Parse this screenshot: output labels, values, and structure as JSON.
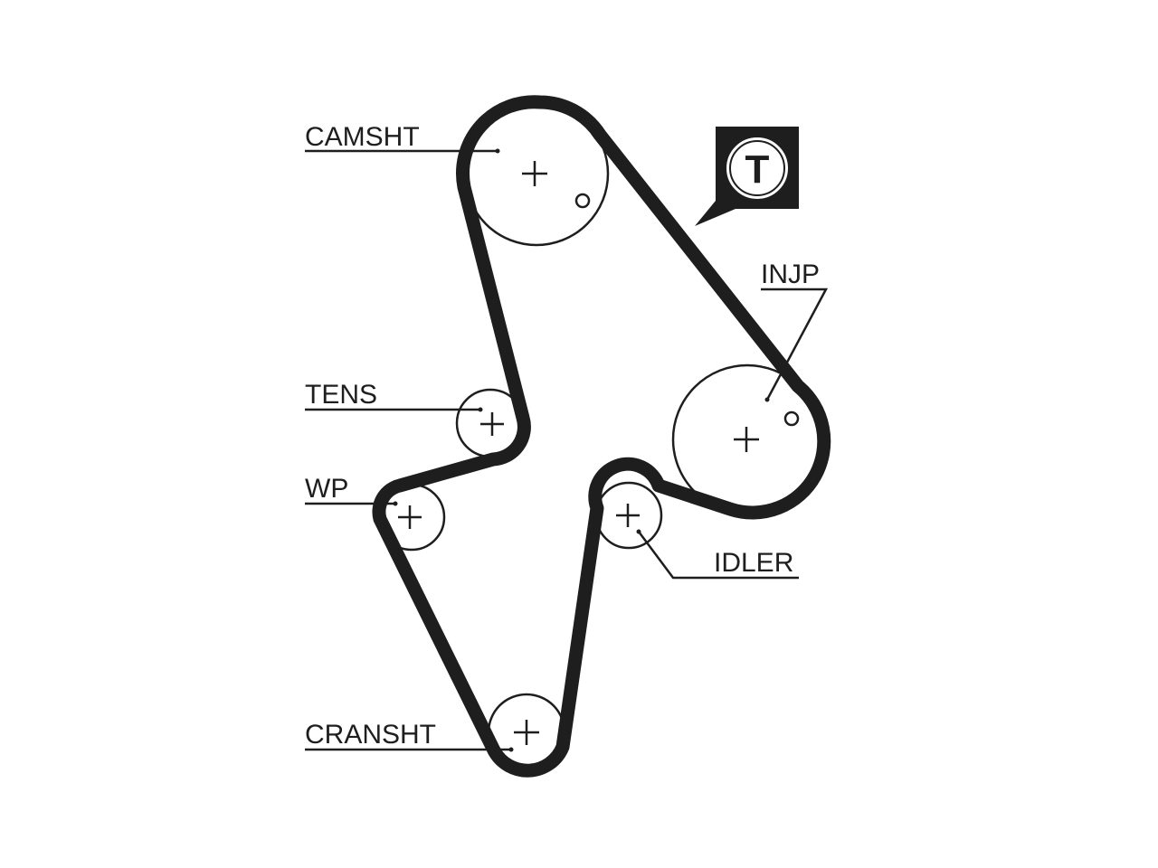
{
  "diagram": {
    "labels": {
      "camshaft": "CAMSHT",
      "injection_pump": "INJP",
      "tensioner": "TENS",
      "water_pump": "WP",
      "idler": "IDLER",
      "crankshaft": "CRANSHT"
    },
    "badge": {
      "letter": "T"
    },
    "colors": {
      "belt": "#1e1e1e",
      "line": "#1e1e1e",
      "background": "#ffffff",
      "badge_bg": "#1e1e1e",
      "badge_circle": "#ffffff"
    },
    "pulleys": [
      "camshaft",
      "injection_pump",
      "tensioner",
      "water_pump",
      "idler",
      "crankshaft"
    ]
  }
}
